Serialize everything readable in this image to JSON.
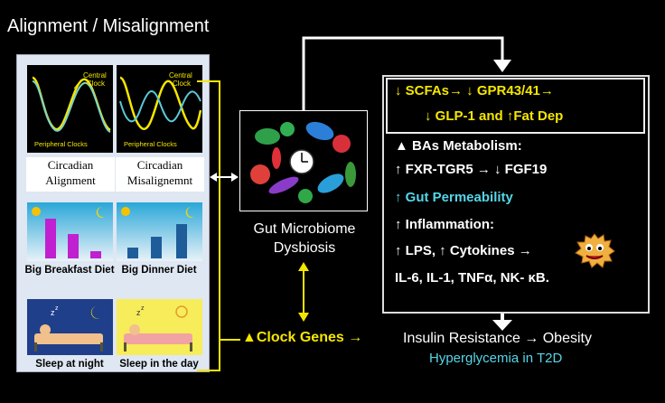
{
  "title": "Alignment / Misalignment",
  "left_panel": {
    "chart_align": {
      "central": "Central\nClock",
      "peripheral": "Peripheral Clocks"
    },
    "chart_mis": {
      "central": "Central\nClock",
      "peripheral": "Peripheral Clocks"
    },
    "circ_align": "Circadian\nAlignment",
    "circ_mis": "Circadian\nMisalignemnt",
    "breakfast": "Big Breakfast Diet",
    "dinner": "Big Dinner Diet",
    "sleep_night": "Sleep at night",
    "sleep_day": "Sleep in the day"
  },
  "microbiome": {
    "line1": "Gut Microbiome",
    "line2": "Dysbiosis"
  },
  "right": {
    "scfa_line1": "↓    SCFAs→ ↓ GPR43/41→",
    "scfa_line2": "↓ GLP-1 and ↑Fat  Dep",
    "bas_line1": "▲    BAs Metabolism:",
    "bas_line2": "↑     FXR-TGR5 → ↓ FGF19",
    "gut_perm": "↑  Gut  Permeability",
    "inflam": "↑  Inflammation:",
    "lps": "↑  LPS, ↑ Cytokines →",
    "il": "IL-6,  IL-1, TNFα, NK- κB."
  },
  "bottom": {
    "clock_genes": "▲Clock Genes →",
    "insulin": "Insulin Resistance → Obesity",
    "hyper": "Hyperglycemia in T2D"
  },
  "colors": {
    "yellow": "#f5e600",
    "cyan": "#55d6e8",
    "panel": "#dfe7f2"
  }
}
